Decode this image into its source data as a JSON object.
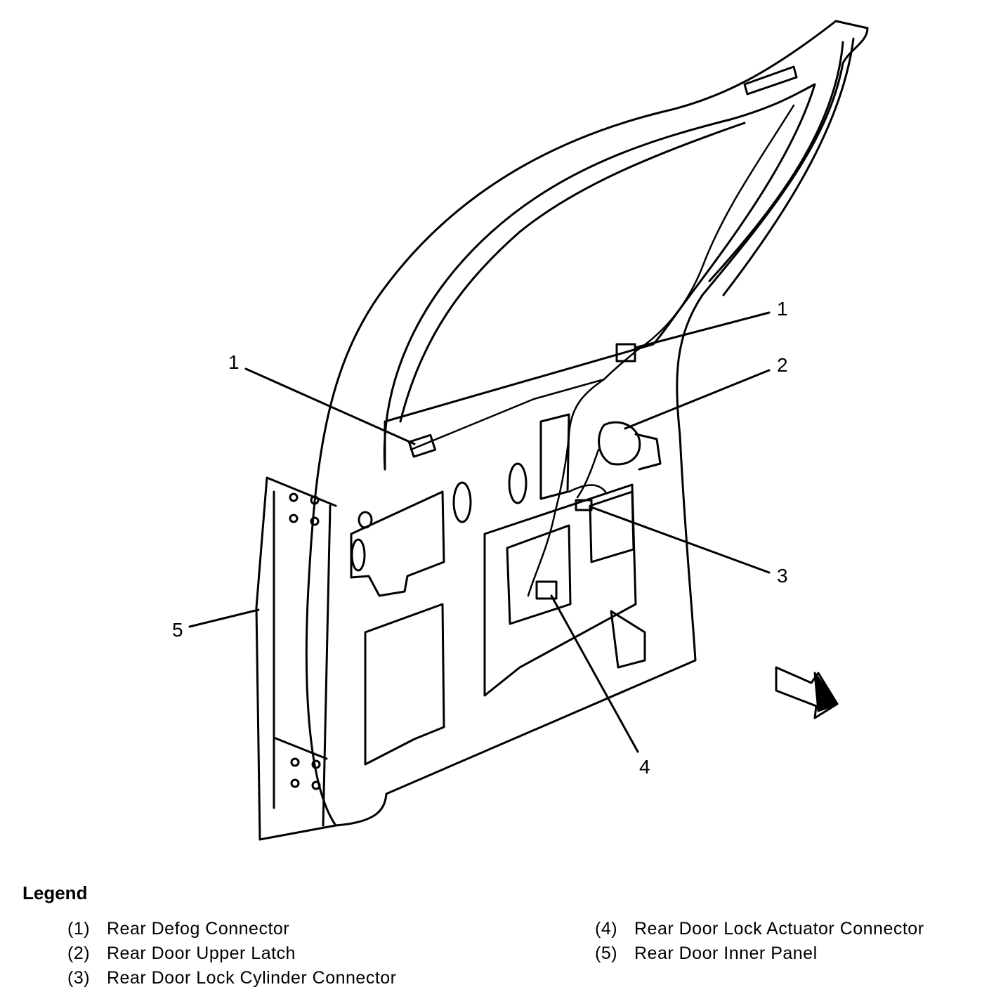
{
  "callouts": {
    "c1_left": "1",
    "c1_right": "1",
    "c2": "2",
    "c3": "3",
    "c4": "4",
    "c5": "5"
  },
  "legend": {
    "title": "Legend",
    "items": [
      {
        "num": "(1)",
        "label": "Rear Defog Connector"
      },
      {
        "num": "(2)",
        "label": "Rear Door Upper Latch"
      },
      {
        "num": "(3)",
        "label": "Rear Door Lock Cylinder Connector"
      },
      {
        "num": "(4)",
        "label": "Rear Door Lock Actuator Connector"
      },
      {
        "num": "(5)",
        "label": "Rear Door Inner Panel"
      }
    ]
  }
}
